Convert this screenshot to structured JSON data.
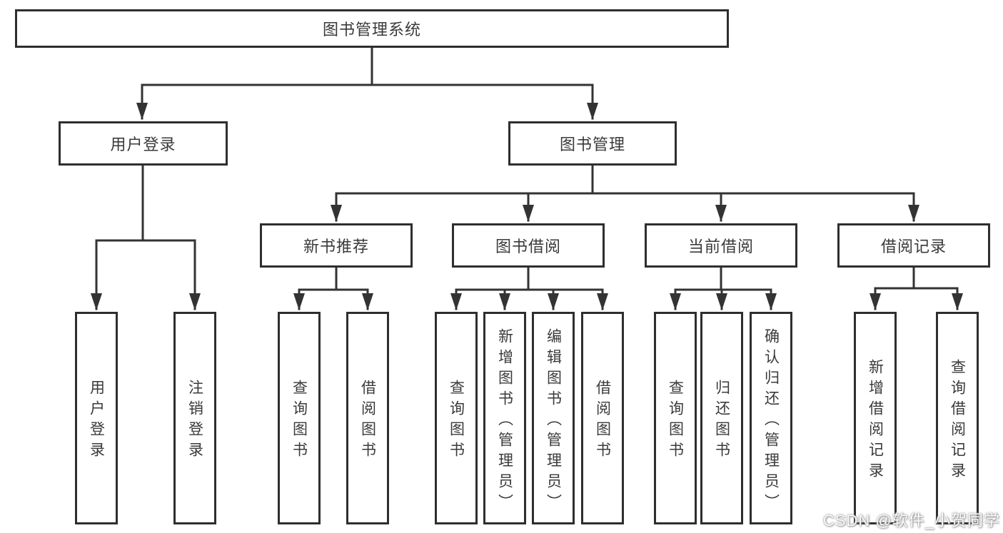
{
  "diagram": {
    "title": "图书管理系统",
    "tree": {
      "root": {
        "label": "图书管理系统"
      },
      "branches": [
        {
          "label": "用户登录",
          "children": [
            {
              "label": "用户登录"
            },
            {
              "label": "注销登录"
            }
          ]
        },
        {
          "label": "图书管理",
          "children": [
            {
              "label": "新书推荐",
              "children": [
                {
                  "label": "查询图书"
                },
                {
                  "label": "借阅图书"
                }
              ]
            },
            {
              "label": "图书借阅",
              "children": [
                {
                  "label": "查询图书"
                },
                {
                  "label": "新增图书（管理员）"
                },
                {
                  "label": "编辑图书（管理员）"
                },
                {
                  "label": "借阅图书"
                }
              ]
            },
            {
              "label": "当前借阅",
              "children": [
                {
                  "label": "查询图书"
                },
                {
                  "label": "归还图书"
                },
                {
                  "label": "确认归还（管理员）"
                }
              ]
            },
            {
              "label": "借阅记录",
              "children": [
                {
                  "label": "新增借阅记录"
                },
                {
                  "label": "查询借阅记录"
                }
              ]
            }
          ]
        }
      ]
    },
    "colors": {
      "line": "#333333",
      "box_border": "#2e2e2e",
      "box_background": "#ffffff",
      "text": "#3a3a3a",
      "page_background": "#ffffff"
    }
  },
  "watermark": {
    "text": "CSDN @软件_小贺同学"
  }
}
